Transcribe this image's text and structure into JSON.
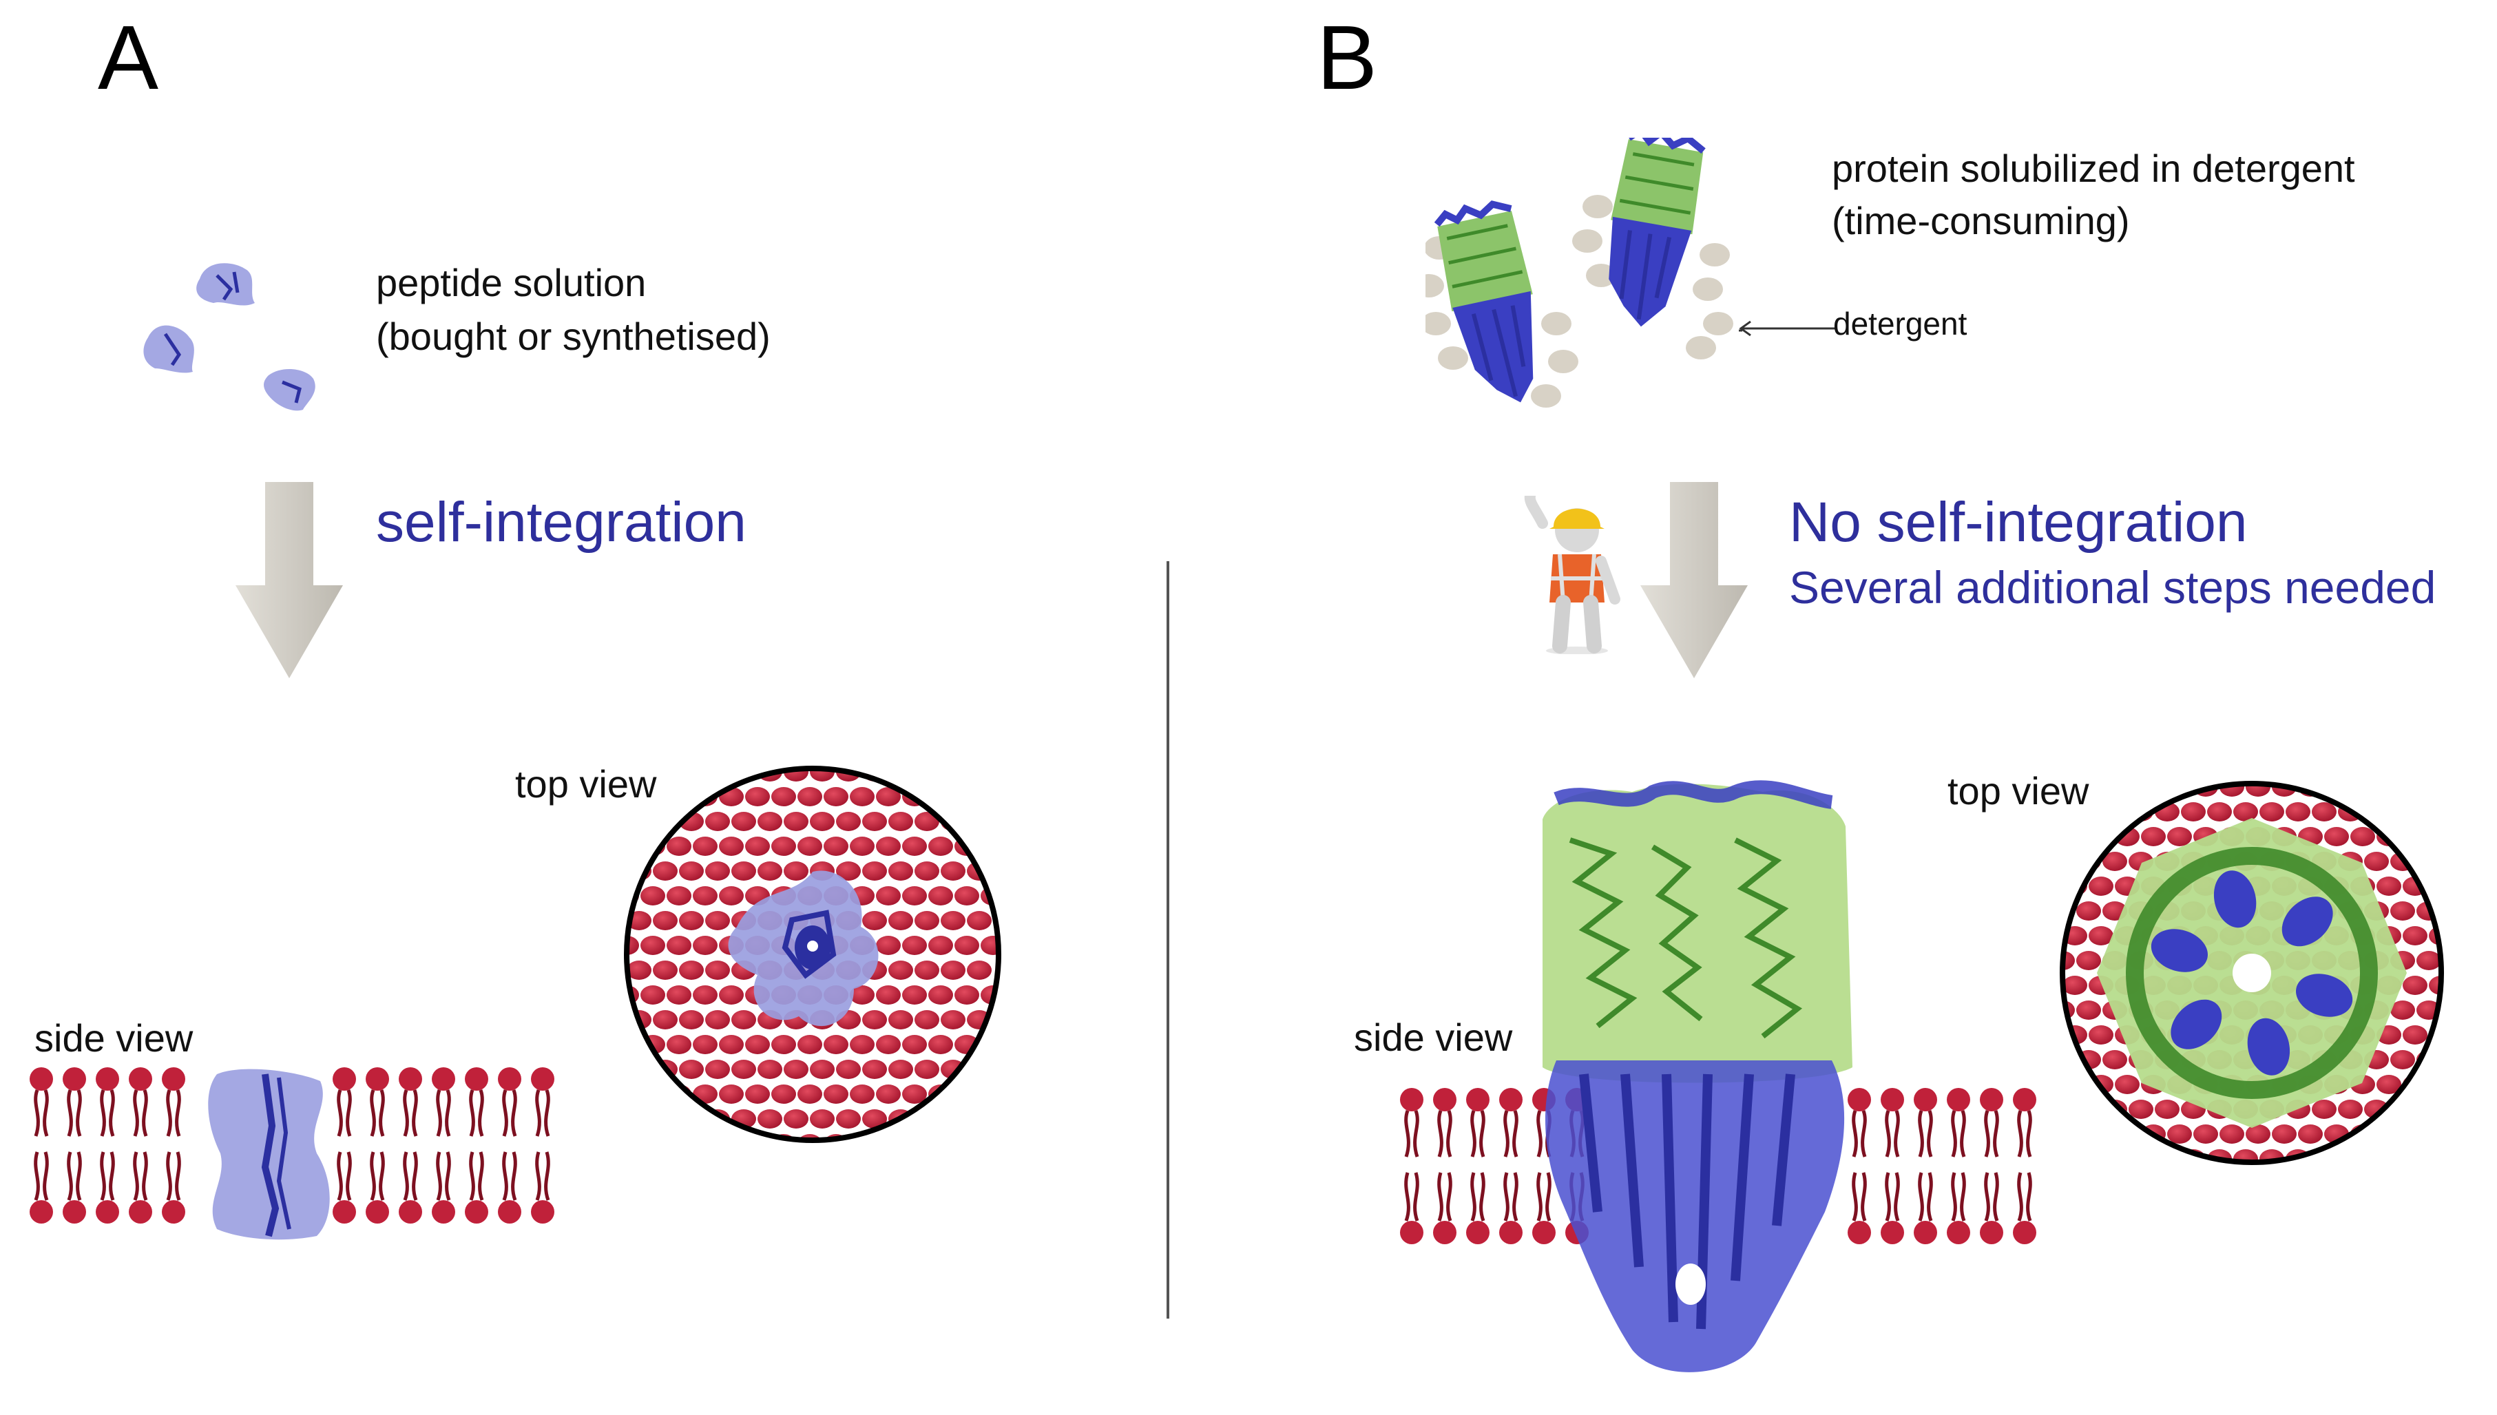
{
  "panel_a": {
    "letter": "A",
    "peptide_line1": "peptide solution",
    "peptide_line2": "(bought or synthetised)",
    "process": "self-integration",
    "top_view": "top view",
    "side_view": "side view"
  },
  "panel_b": {
    "letter": "B",
    "protein_line1": "protein solubilized in detergent",
    "protein_line2": "(time-consuming)",
    "detergent": "detergent",
    "process": "No self-integration",
    "process_sub": "Several additional steps needed",
    "top_view": "top view",
    "side_view": "side view"
  },
  "colors": {
    "lipid_head": "#c0213a",
    "lipid_tail": "#7d1020",
    "peptide": "#9a9ee0",
    "peptide_dark": "#2b2fa0",
    "protein_green": "#8cc46a",
    "protein_green_dark": "#3f8a2a",
    "protein_blue": "#3a3fc2",
    "detergent": "#d8d2c6",
    "arrow": "#cdcac3",
    "accent_text": "#2e2f9c"
  }
}
